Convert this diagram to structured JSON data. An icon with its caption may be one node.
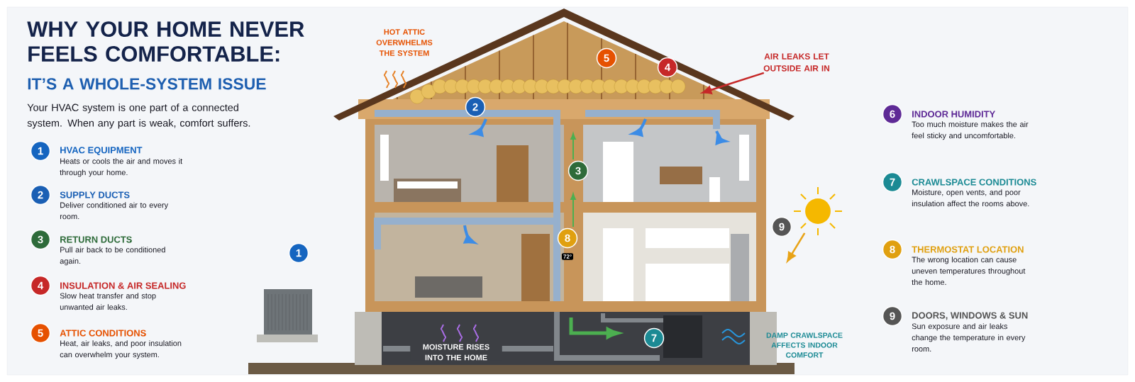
{
  "diagram": {
    "title": "WHY YOUR HOME NEVER FEELS COMFORTABLE:",
    "nodes": [
      {
        "text": [
          "1"
        ],
        "beside": [
          "HVAC EQUIPMENT",
          "Heats or cools the air and moves it through your home."
        ]
      },
      {
        "text": [
          "2"
        ],
        "beside": [
          "SUPPLY DUCTS",
          "Deliver conditioned air to every room."
        ]
      },
      {
        "text": [
          "3"
        ],
        "beside": [
          "RETURN DUCTS",
          "Pull air back to be conditioned again."
        ]
      },
      {
        "text": [
          "4"
        ],
        "beside": [
          "INSULATION & AIR SEALING",
          "Slow heat transfer and stop unwanted air leaks."
        ]
      },
      {
        "text": [
          "5"
        ],
        "beside": [
          "ATTIC CONDITIONS",
          "Heat, air leaks, and poor insulation can overwhelm your system."
        ]
      },
      {
        "text": [
          "6"
        ],
        "beside": [
          "INDOOR HUMIDITY",
          "Too much moisture makes the air feel sticky and uncomfortable."
        ]
      },
      {
        "text": [
          "7"
        ],
        "beside": [
          "CRAWLSPACE CONDITIONS",
          "Moisture, open vents, and poor insulation affect the rooms above."
        ]
      },
      {
        "text": [
          "8"
        ],
        "beside": [
          "THERMOSTAT LOCATION",
          "The wrong location can cause uneven temperatures throughout the home."
        ]
      },
      {
        "text": [
          "9"
        ],
        "beside": [
          "DOORS, WINDOWS & SUN",
          "Sun exposure and air leaks change the temperature in every room."
        ]
      },
      {
        "text": [
          "5"
        ]
      },
      {
        "text": [
          "4"
        ]
      },
      {
        "text": [
          "2"
        ]
      },
      {
        "text": [
          "3"
        ]
      },
      {
        "text": [
          "8"
        ]
      },
      {
        "text": [
          "9"
        ]
      },
      {
        "text": [
          "1"
        ]
      },
      {
        "text": [
          "7"
        ]
      },
      {
        "text": [
          "AIR LEAKS LET OUTSIDE AIR IN"
        ]
      },
      {
        "text": [],
        "shape": "circle"
      },
      {
        "text": [],
        "shape": "picture"
      }
    ],
    "edges": [
      {
        "from": 17,
        "to": 19,
        "arrow": "to",
        "color": "#c62828"
      },
      {
        "from": 18,
        "to": null,
        "arrow": "to",
        "color": "#e8a317"
      }
    ],
    "labels": [
      "IT’S A WHOLE-SYSTEM ISSUE",
      "Your HVAC system is one part of a connected system. When any part is weak, comfort suffers.",
      "HOT ATTIC OVERWHELMS THE SYSTEM",
      "72°",
      "MOISTURE RISES INTO THE HOME",
      "DAMP CRAWLSPACE AFFECTS INDOOR COMFORT"
    ]
  }
}
